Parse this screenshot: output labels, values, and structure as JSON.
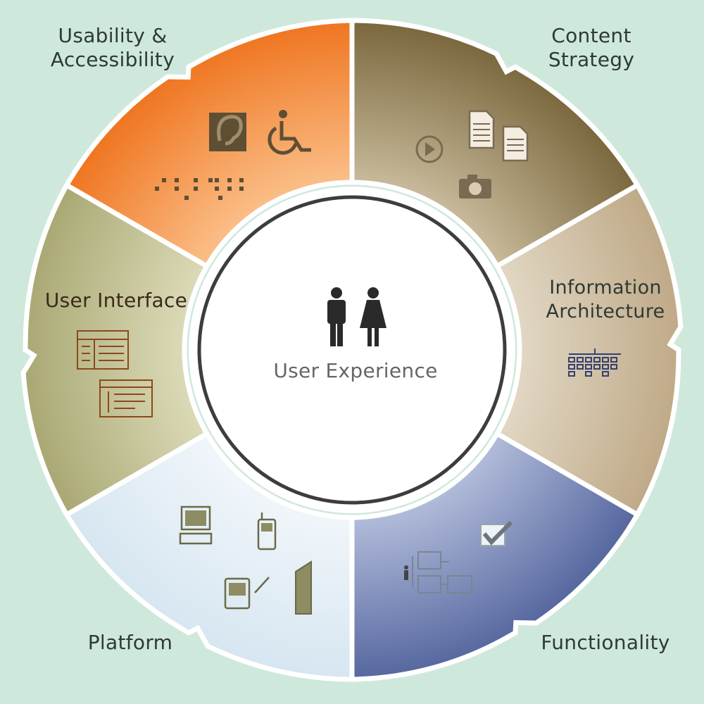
{
  "center": {
    "label": "User Experience",
    "icon": "man-woman-icon"
  },
  "segments": [
    {
      "id": "usability",
      "line1": "Usability &",
      "line2": "Accessibility",
      "icons": [
        "hearing-loop-icon",
        "wheelchair-icon",
        "braille-icon"
      ],
      "colors": [
        "#c9bb9c",
        "#7a673d"
      ]
    },
    {
      "id": "content",
      "line1": "Content",
      "line2": "Strategy",
      "icons": [
        "play-icon",
        "document-icon",
        "camera-icon"
      ],
      "colors": [
        "#e2d8c5",
        "#bfa987"
      ]
    },
    {
      "id": "ia",
      "line1": "Information",
      "line2": "Architecture",
      "icons": [
        "sitemap-icon"
      ],
      "colors": [
        "#b3bddb",
        "#56679f"
      ]
    },
    {
      "id": "functionality",
      "line1": "Functionality",
      "icons": [
        "checkbox-icon",
        "flowchart-icon"
      ],
      "colors": [
        "#f1f6fa",
        "#d6e6f1"
      ]
    },
    {
      "id": "platform",
      "line1": "Platform",
      "icons": [
        "monitor-icon",
        "phone-icon",
        "pda-icon",
        "kiosk-icon"
      ],
      "colors": [
        "#dcdbb8",
        "#a9a874"
      ]
    },
    {
      "id": "ui",
      "line1": "User Interface",
      "icons": [
        "form-layout-icon",
        "form-layout-icon"
      ],
      "colors": [
        "#fbc08a",
        "#ef7520"
      ]
    }
  ],
  "background": "#cfe8dc"
}
